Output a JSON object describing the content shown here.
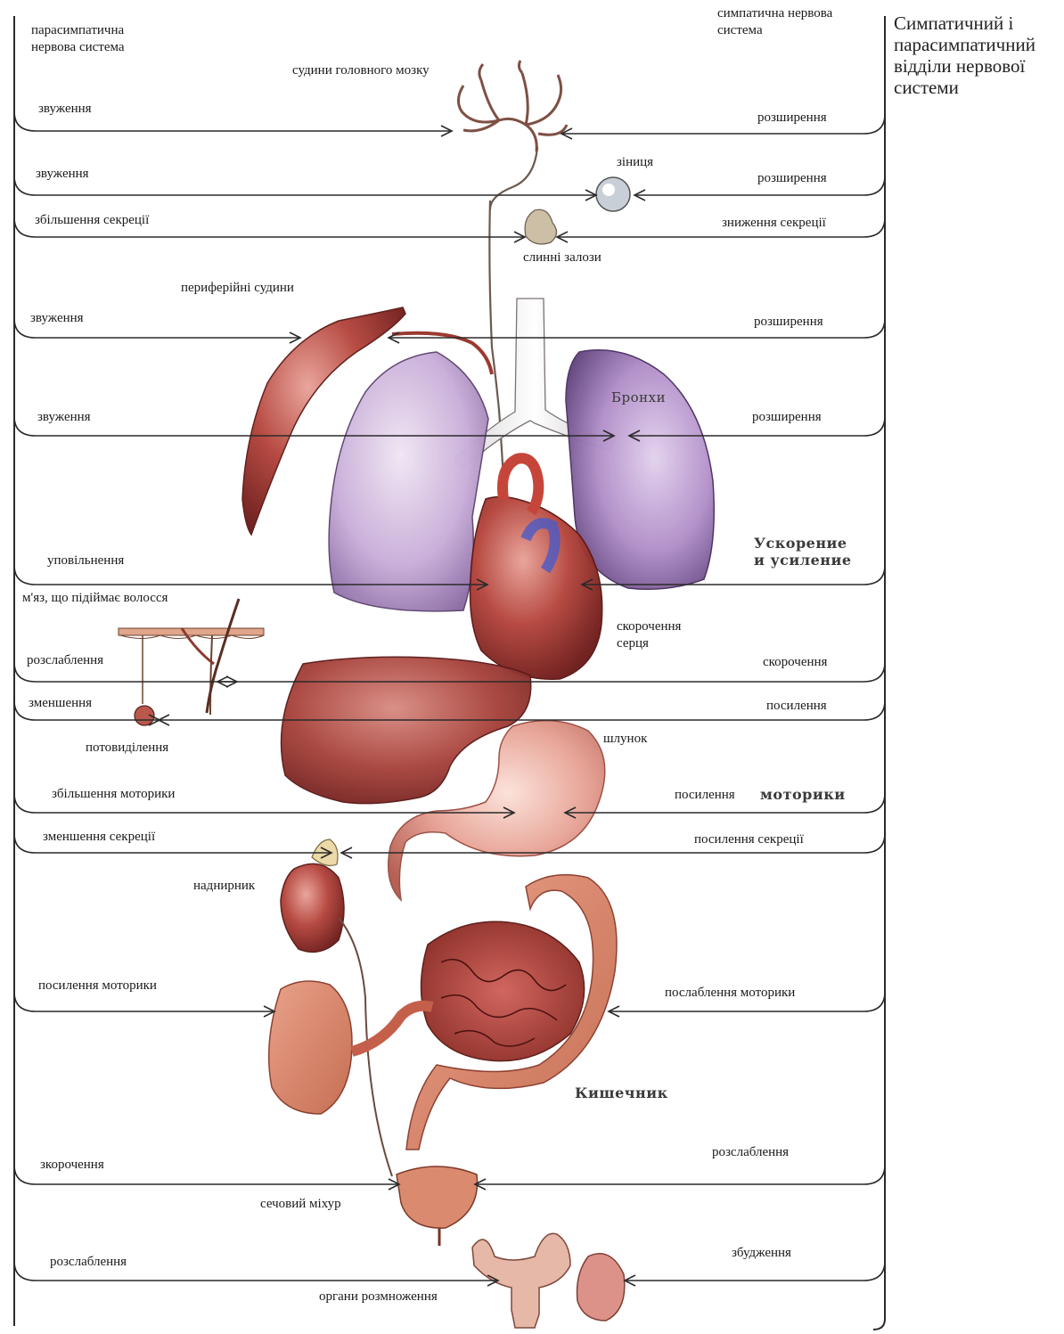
{
  "title": "Симпатичний і\nпарасимпатичний\nвідділи нервової\nсистеми",
  "systems": {
    "parasympathetic": "парасимпатична\nнервова система",
    "sympathetic": "симпатична нервова\nсистема"
  },
  "organs": {
    "brain_vessels": "судини головного мозку",
    "pupil": "зіниця",
    "salivary": "слинні залози",
    "peripheral_vessels": "периферійні судини",
    "bronchi": "Бронхи",
    "hair_muscle": "м'яз, що підіймає волосся",
    "heart": "скорочення\nсерця",
    "sweat": "потовиділення",
    "stomach": "шлунок",
    "adrenal": "наднирник",
    "intestine": "Кишечник",
    "bladder": "сечовий міхур",
    "reproductive": "органи розмноження"
  },
  "parasympathetic_effects": {
    "brain_vessels": "звуження",
    "pupil": "звуження",
    "salivary": "збільшення секреції",
    "peripheral_vessels": "звуження",
    "bronchi": "звуження",
    "heart": "уповільнення",
    "hair_muscle": "розслаблення",
    "sweat": "зменшення",
    "stomach_motor": "збільшення моторики",
    "stomach_secretion": "зменшення секреції",
    "intestine": "посилення моторики",
    "bladder": "зкорочення",
    "reproductive": "розслаблення"
  },
  "sympathetic_effects": {
    "brain_vessels": "розширення",
    "pupil": "розширення",
    "salivary": "зниження секреції",
    "peripheral_vessels": "розширення",
    "bronchi": "розширення",
    "heart_a": "Ускорение",
    "heart_b": "и усиление",
    "hair_muscle": "скорочення",
    "sweat": "посилення",
    "stomach_motor_a": "посилення",
    "stomach_motor_b": "моторики",
    "stomach_secretion": "посилення секреції",
    "intestine": "послаблення моторики",
    "bladder": "розслаблення",
    "reproductive": "збудження"
  }
}
